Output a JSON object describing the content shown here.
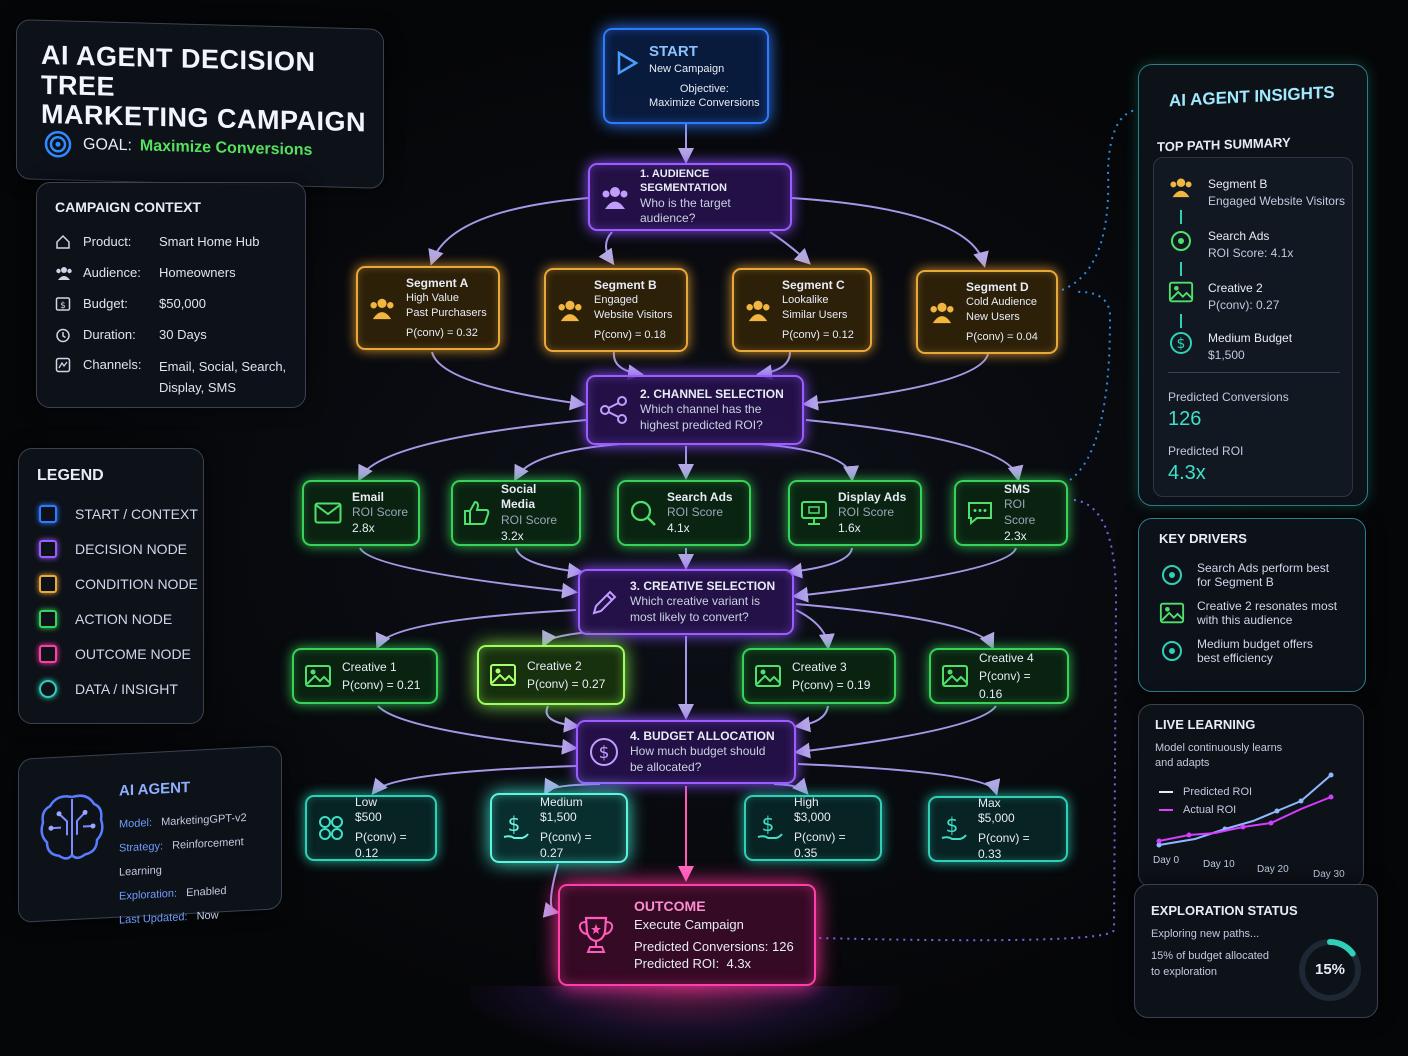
{
  "header": {
    "title_line1": "AI AGENT DECISION TREE",
    "title_line2": "MARKETING CAMPAIGN",
    "goal_label": "GOAL:",
    "goal_value": "Maximize Conversions"
  },
  "context": {
    "title": "CAMPAIGN CONTEXT",
    "rows": [
      {
        "label": "Product:",
        "value": "Smart Home Hub",
        "icon": "home-icon"
      },
      {
        "label": "Audience:",
        "value": "Homeowners",
        "icon": "people-icon"
      },
      {
        "label": "Budget:",
        "value": "$50,000",
        "icon": "wallet-icon"
      },
      {
        "label": "Duration:",
        "value": "30 Days",
        "icon": "clock-icon"
      },
      {
        "label": "Channels:",
        "value": "Email, Social, Search,",
        "value2": "Display, SMS",
        "icon": "channels-icon"
      }
    ]
  },
  "legend": {
    "title": "LEGEND",
    "items": [
      {
        "label": "START / CONTEXT",
        "color": "#2f7bff"
      },
      {
        "label": "DECISION NODE",
        "color": "#9d5cff"
      },
      {
        "label": "CONDITION NODE",
        "color": "#e9a93a"
      },
      {
        "label": "ACTION NODE",
        "color": "#39d15a"
      },
      {
        "label": "OUTCOME NODE",
        "color": "#ff3fa8"
      },
      {
        "label": "DATA / INSIGHT",
        "color": "#2fd0b8"
      }
    ]
  },
  "agent": {
    "title": "AI AGENT",
    "rows": [
      {
        "label": "Model:",
        "value": "MarketingGPT-v2"
      },
      {
        "label": "Strategy:",
        "value": "Reinforcement Learning"
      },
      {
        "label": "Exploration:",
        "value": "Enabled"
      },
      {
        "label": "Last Updated:",
        "value": "Now"
      }
    ]
  },
  "start": {
    "title": "START",
    "line1": "New Campaign",
    "line2": "Objective:",
    "line3": "Maximize Conversions"
  },
  "decisions": {
    "audience": {
      "title": "1. AUDIENCE SEGMENTATION",
      "q1": "Who is the target",
      "q2": "audience?"
    },
    "channel": {
      "title": "2. CHANNEL SELECTION",
      "q1": "Which channel has the",
      "q2": "highest predicted ROI?"
    },
    "creative": {
      "title": "3. CREATIVE SELECTION",
      "q1": "Which creative variant is",
      "q2": "most likely to convert?"
    },
    "budget": {
      "title": "4. BUDGET ALLOCATION",
      "q1": "How much budget should",
      "q2": "be allocated?"
    }
  },
  "segments": [
    {
      "name": "Segment A",
      "l1": "High Value",
      "l2": "Past Purchasers",
      "p": "P(conv) = 0.32"
    },
    {
      "name": "Segment B",
      "l1": "Engaged",
      "l2": "Website Visitors",
      "p": "P(conv) = 0.18"
    },
    {
      "name": "Segment C",
      "l1": "Lookalike",
      "l2": "Similar Users",
      "p": "P(conv) = 0.12"
    },
    {
      "name": "Segment D",
      "l1": "Cold Audience",
      "l2": "New Users",
      "p": "P(conv) = 0.04"
    }
  ],
  "channels": [
    {
      "name": "Email",
      "l1": "ROI Score",
      "roi": "2.8x",
      "icon": "mail-icon"
    },
    {
      "name": "Social Media",
      "l1": "ROI Score",
      "roi": "3.2x",
      "icon": "thumbs-up-icon"
    },
    {
      "name": "Search Ads",
      "l1": "ROI Score",
      "roi": "4.1x",
      "icon": "search-icon"
    },
    {
      "name": "Display Ads",
      "l1": "ROI Score",
      "roi": "1.6x",
      "icon": "monitor-icon"
    },
    {
      "name": "SMS",
      "l1": "ROI Score",
      "roi": "2.3x",
      "icon": "chat-icon"
    }
  ],
  "creatives": [
    {
      "name": "Creative 1",
      "p": "P(conv) = 0.21"
    },
    {
      "name": "Creative 2",
      "p": "P(conv) = 0.27"
    },
    {
      "name": "Creative 3",
      "p": "P(conv) = 0.19"
    },
    {
      "name": "Creative 4",
      "p": "P(conv) = 0.16"
    }
  ],
  "budgets": [
    {
      "name": "Low",
      "amount": "$500",
      "p": "P(conv) = 0.12"
    },
    {
      "name": "Medium",
      "amount": "$1,500",
      "p": "P(conv) = 0.27"
    },
    {
      "name": "High",
      "amount": "$3,000",
      "p": "P(conv) = 0.35"
    },
    {
      "name": "Max",
      "amount": "$5,000",
      "p": "P(conv) = 0.33"
    }
  ],
  "outcome": {
    "title": "OUTCOME",
    "l1": "Execute Campaign",
    "l2": "Predicted Conversions: 126",
    "l3": "Predicted ROI:  4.3x"
  },
  "insights": {
    "title": "AI AGENT INSIGHTS",
    "summary_title": "TOP PATH SUMMARY",
    "path": [
      {
        "l1": "Segment B",
        "l2": "Engaged Website Visitors"
      },
      {
        "l1": "Search Ads",
        "l2": "ROI Score: 4.1x"
      },
      {
        "l1": "Creative 2",
        "l2": "P(conv): 0.27"
      },
      {
        "l1": "Medium Budget",
        "l2": "$1,500"
      }
    ],
    "conv_label": "Predicted Conversions",
    "conv_value": "126",
    "roi_label": "Predicted ROI",
    "roi_value": "4.3x"
  },
  "drivers": {
    "title": "KEY DRIVERS",
    "items": [
      {
        "l1": "Search Ads perform best",
        "l2": "for Segment B"
      },
      {
        "l1": "Creative 2 resonates most",
        "l2": "with this audience"
      },
      {
        "l1": "Medium budget offers",
        "l2": "best efficiency"
      }
    ]
  },
  "learning": {
    "title": "LIVE LEARNING",
    "desc1": "Model continuously learns",
    "desc2": "and adapts",
    "legend_pred": "Predicted ROI",
    "legend_actual": "Actual ROI",
    "x_labels": [
      "Day 0",
      "Day 10",
      "Day 20",
      "Day 30"
    ]
  },
  "exploration": {
    "title": "EXPLORATION STATUS",
    "l1": "Exploring new paths...",
    "l2": "15% of budget allocated",
    "l3": "to exploration",
    "percent": "15%",
    "fraction": 0.15
  },
  "colors": {
    "blue": "#2f7bff",
    "purple": "#9d5cff",
    "yellow": "#e9a93a",
    "green": "#39d15a",
    "pink": "#ff3fa8",
    "teal": "#2fd0b8"
  }
}
